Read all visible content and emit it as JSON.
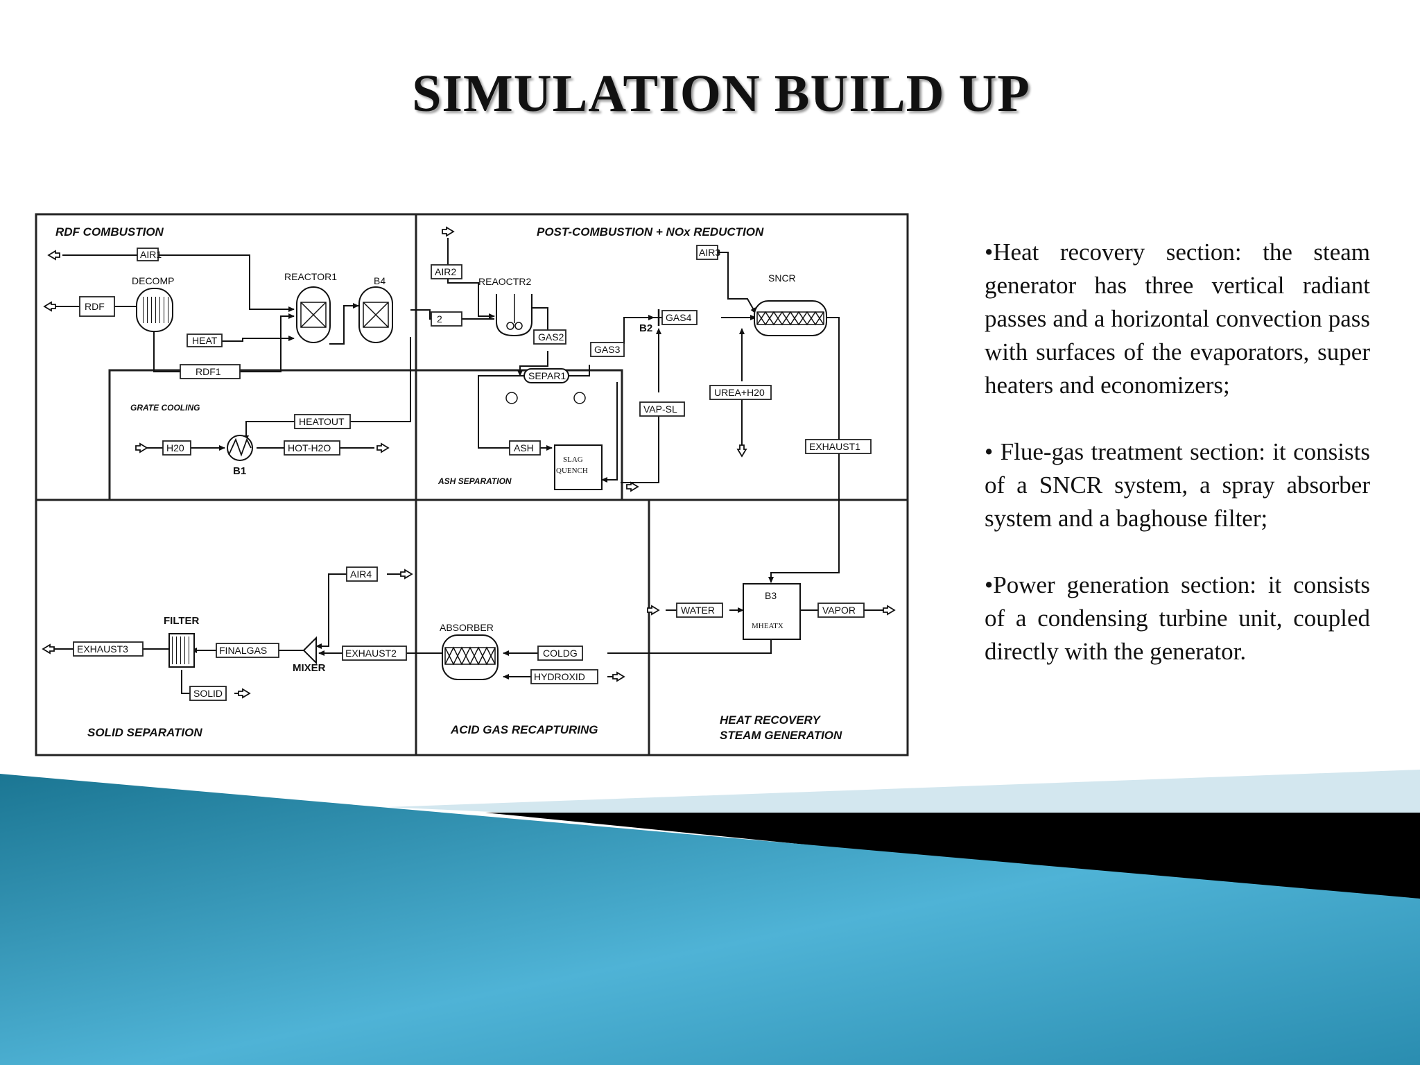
{
  "slide": {
    "title": "SIMULATION BUILD UP"
  },
  "diagram": {
    "sections": {
      "rdf_combustion": "RDF COMBUSTION",
      "post_combustion": "POST-COMBUSTION + NOx REDUCTION",
      "grate_cooling": "GRATE COOLING",
      "ash_separation": "ASH SEPARATION",
      "solid_separation": "SOLID SEPARATION",
      "acid_gas": "ACID GAS RECAPTURING",
      "heat_recovery_1": "HEAT RECOVERY",
      "heat_recovery_2": "STEAM GENERATION"
    },
    "blocks": {
      "decomp": "DECOMP",
      "reactor1": "REACTOR1",
      "b4": "B4",
      "reactor2": "REAOCTR2",
      "sncr": "SNCR",
      "b2": "B2",
      "b1": "B1",
      "filter": "FILTER",
      "mixer": "MIXER",
      "absorber": "ABSORBER",
      "b3": "B3",
      "mheatx": "MHEATX",
      "slag_quench_1": "SLAG",
      "slag_quench_2": "QUENCH",
      "separ1": "SEPAR1"
    },
    "streams": {
      "air1": "AIR1",
      "rdf": "RDF",
      "heat": "HEAT",
      "rdf1": "RDF1",
      "air2": "AIR2",
      "s2": "2",
      "gas2": "GAS2",
      "gas3": "GAS3",
      "air3": "AIR3",
      "gas4": "GAS4",
      "urea": "UREA+H20",
      "vapsl": "VAP-SL",
      "exhaust1": "EXHAUST1",
      "heatout": "HEATOUT",
      "h20": "H20",
      "hoth2o": "HOT-H2O",
      "ash": "ASH",
      "air4": "AIR4",
      "exhaust3": "EXHAUST3",
      "finalgas": "FINALGAS",
      "exhaust2": "EXHAUST2",
      "solid": "SOLID",
      "coldg": "COLDG",
      "hydroxid": "HYDROXID",
      "water": "WATER",
      "vapor": "VAPOR"
    }
  },
  "bullets": [
    "•Heat recovery section: the steam generator has three vertical radiant passes and a horizontal convection pass with surfaces of the evaporators, super heaters and economizers;",
    "• Flue-gas treatment section: it consists of a SNCR system, a spray absorber system and a baghouse filter;",
    "•Power generation section: it consists of a condensing turbine unit, coupled directly with the generator."
  ],
  "colors": {
    "wave_dark": "#1f7f9c",
    "wave_light": "#56b8d8",
    "band_light": "#d3e7ef",
    "band_black": "#000000"
  }
}
